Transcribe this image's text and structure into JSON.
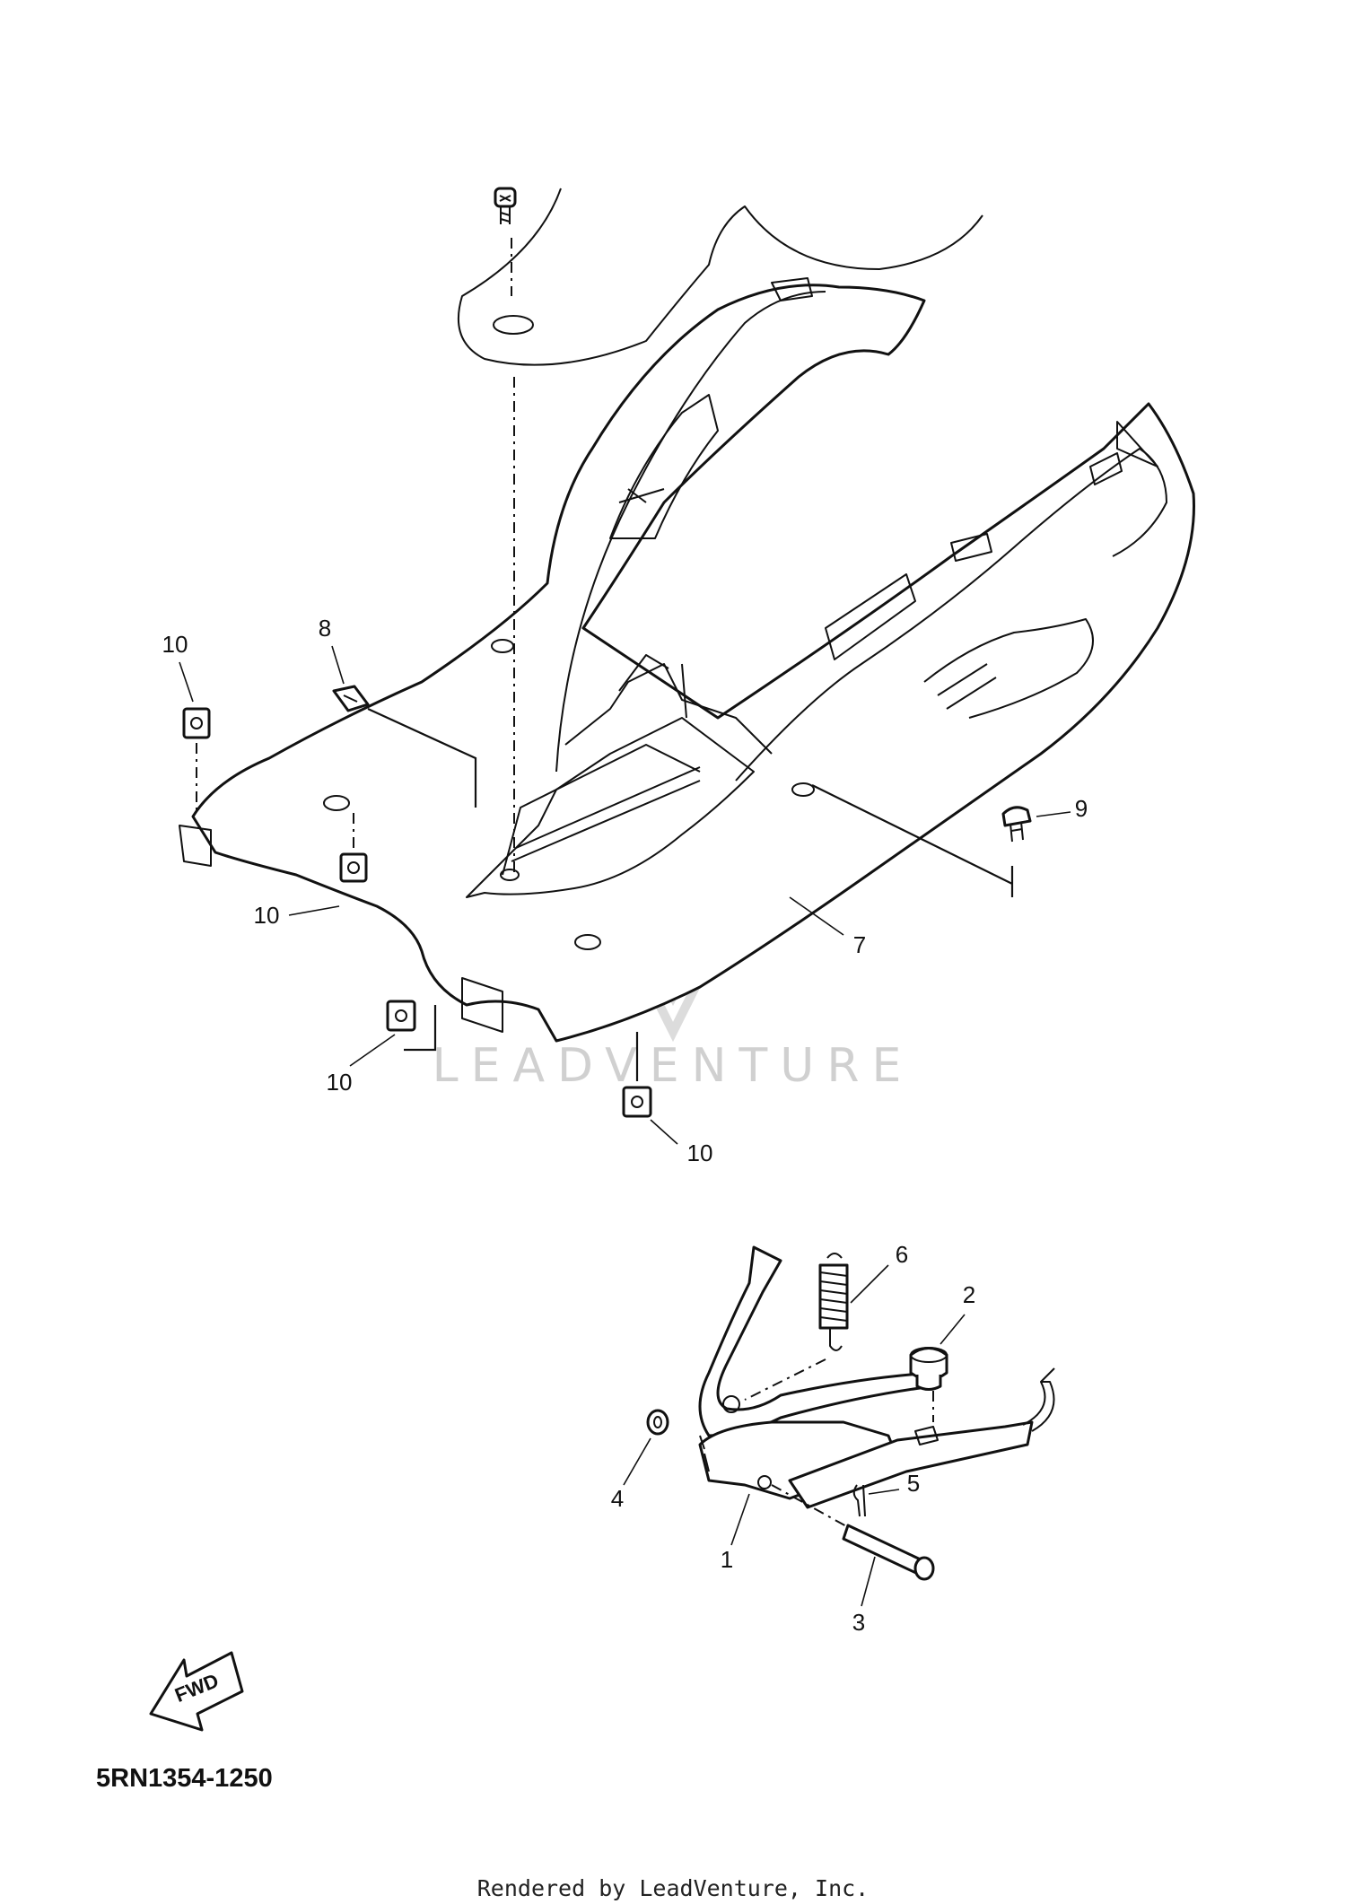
{
  "diagram": {
    "code": "5RN1354-1250",
    "rendered_by": "Rendered by LeadVenture, Inc.",
    "watermark": "LEADVENTURE",
    "fwd_label": "FWD",
    "callouts": [
      {
        "id": "c1",
        "label": "1"
      },
      {
        "id": "c2",
        "label": "2"
      },
      {
        "id": "c3",
        "label": "3"
      },
      {
        "id": "c4",
        "label": "4"
      },
      {
        "id": "c5",
        "label": "5"
      },
      {
        "id": "c6",
        "label": "6"
      },
      {
        "id": "c7",
        "label": "7"
      },
      {
        "id": "c8",
        "label": "8"
      },
      {
        "id": "c9",
        "label": "9"
      },
      {
        "id": "c10a",
        "label": "10"
      },
      {
        "id": "c10b",
        "label": "10"
      },
      {
        "id": "c10c",
        "label": "10"
      },
      {
        "id": "c10d",
        "label": "10"
      }
    ]
  }
}
